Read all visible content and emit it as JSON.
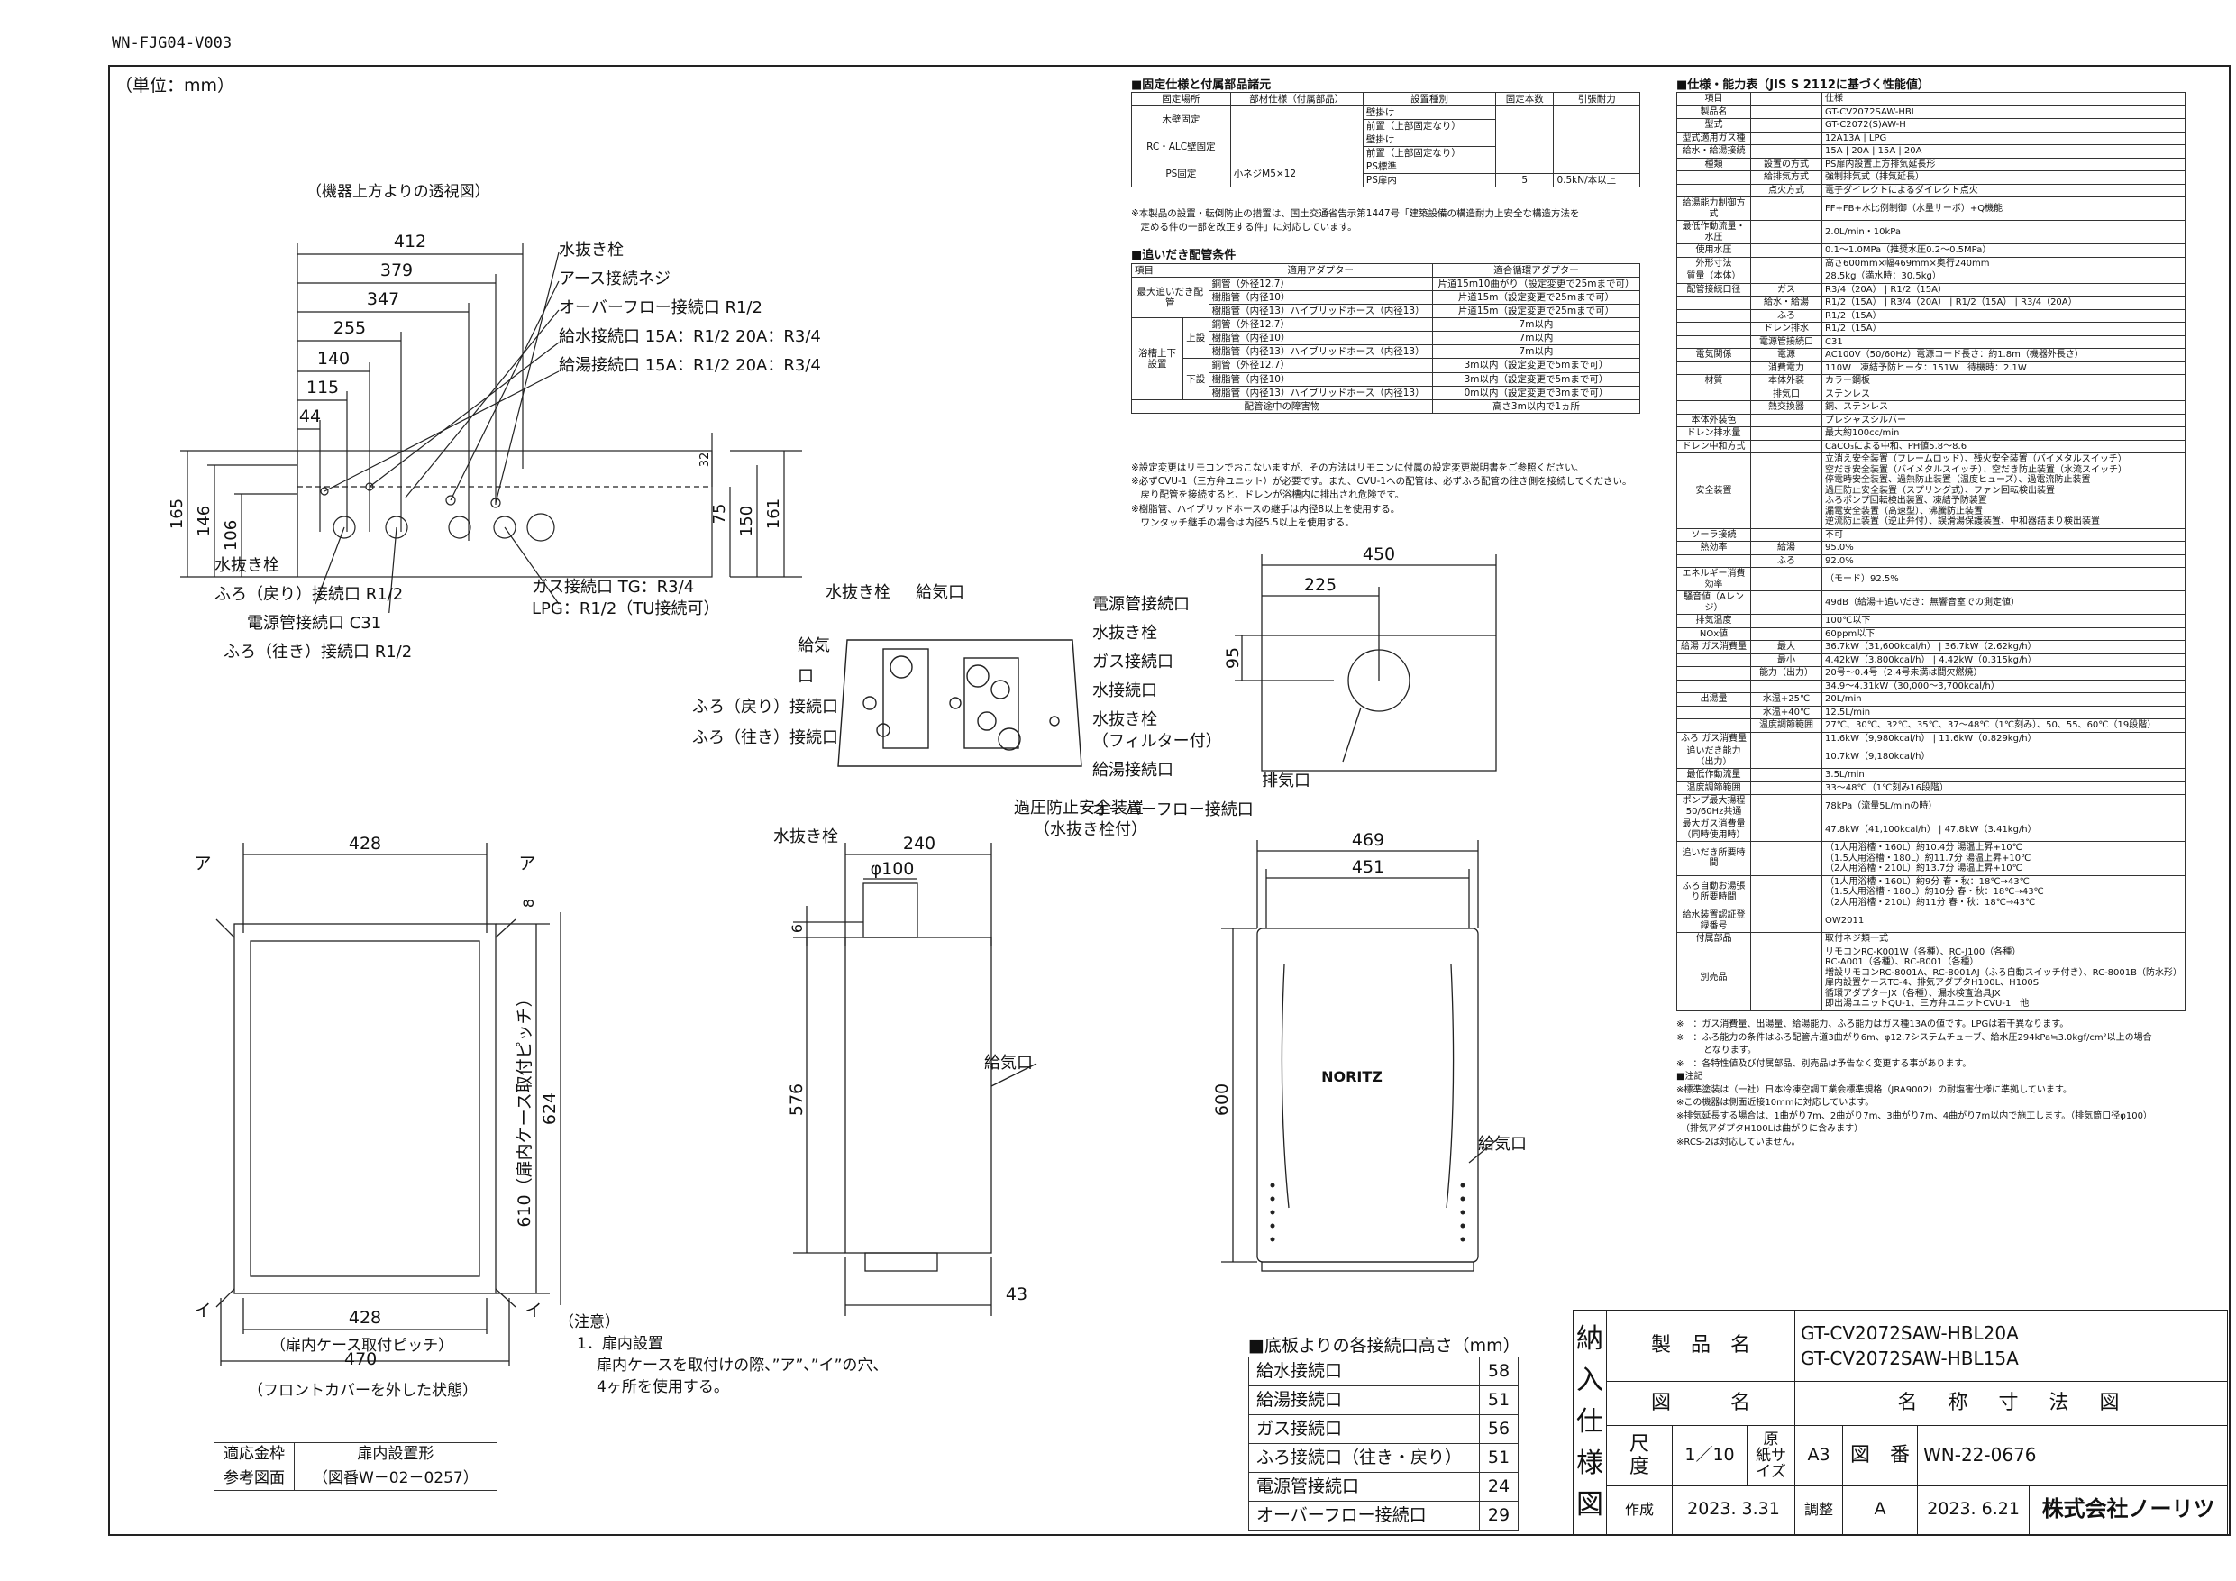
{
  "doc_id": "WN-FJG04-V003",
  "unit": "（単位：mm）",
  "top_view": {
    "caption": "（機器上方よりの透視図）",
    "dims": [
      "412",
      "379",
      "347",
      "255",
      "140",
      "115",
      "44"
    ],
    "vdims": [
      "165",
      "146",
      "106",
      "32",
      "75",
      "150",
      "161"
    ],
    "labels": [
      "水抜き栓",
      "アース接続ネジ",
      "オーバーフロー接続口 R1/2",
      "給水接続口 15A：R1/2 20A：R3/4",
      "給湯接続口 15A：R1/2 20A：R3/4"
    ],
    "labels_bottom": [
      "水抜き栓",
      "ふろ（戻り）接続口 R1/2",
      "電源管接続口 C31",
      "ふろ（往き）接続口 R1/2"
    ],
    "gas": [
      "ガス接続口 TG：R3/4",
      "LPG：R1/2（TU接続可）"
    ]
  },
  "bottom_view": {
    "left": [
      "給気口",
      "ふろ（戻り）接続口",
      "ふろ（往き）接続口",
      "水抜き栓",
      "水抜き栓"
    ],
    "right": [
      "電源管接続口",
      "水抜き栓",
      "ガス接続口",
      "水接続口",
      "水抜き栓",
      "（フィルター付）",
      "給湯接続口",
      "オーバーフロー接続口",
      "過圧防止安全装置",
      "（水抜き栓付）"
    ]
  },
  "top_right_view": {
    "w": "450",
    "d1": "225",
    "d2": "95",
    "exhaust": "排気口"
  },
  "front_case": {
    "w1": "428",
    "a": "ア",
    "i": "イ",
    "d8": "8",
    "h1": "610（扉内ケース取付ピッチ）",
    "h2": "624",
    "w2": "428",
    "w2cap": "（扉内ケース取付ピッチ）",
    "w3": "470",
    "w3cap": "（フロントカバーを外した状態）"
  },
  "side_view": {
    "w": "240",
    "phi": "φ100",
    "d6": "6",
    "h": "576",
    "air": "給気口",
    "d43": "43"
  },
  "front_view": {
    "w1": "469",
    "w2": "451",
    "h": "600",
    "air": "給気口",
    "brand": "NORITZ"
  },
  "install_note": [
    "（注意）",
    "1．扉内設置",
    "扉内ケースを取付けの際、”ア”、”イ”の穴、",
    "4ヶ所を使用する。"
  ],
  "ref_table": {
    "r1": [
      "適応金枠",
      "扉内設置形"
    ],
    "r2": [
      "参考図面",
      "（図番W－02－0257）"
    ]
  },
  "conn_height": {
    "title": "■底板よりの各接続口高さ（mm）",
    "rows": [
      [
        "給水接続口",
        "58"
      ],
      [
        "給湯接続口",
        "51"
      ],
      [
        "ガス接続口",
        "56"
      ],
      [
        "ふろ接続口（往き・戻り）",
        "51"
      ],
      [
        "電源管接続口",
        "24"
      ],
      [
        "オーバーフロー接続口",
        "29"
      ]
    ]
  },
  "fixing": {
    "title": "■固定仕様と付属部品諸元",
    "head": [
      "固定場所",
      "部材仕様（付属部品）",
      "設置種別",
      "固定本数",
      "引張耐力"
    ],
    "rows": [
      [
        "木壁固定",
        "",
        "壁掛け",
        ""
      ],
      [
        "",
        "",
        "前置（上部固定なり）",
        ""
      ],
      [
        "RC・ALC壁固定",
        "",
        "壁掛け",
        ""
      ],
      [
        "",
        "",
        "前置（上部固定なり）",
        ""
      ],
      [
        "PS固定",
        "小ネジM5×12",
        "PS標準",
        ""
      ],
      [
        "",
        "",
        "PS扉内",
        "5",
        "0.5kN/本以上"
      ]
    ],
    "note": "※本製品の設置・転倒防止の措置は、国土交通省告示第1447号「建築設備の構造耐力上安全な構造方法を\n　定める件の一部を改正する件」に対応しています。"
  },
  "pipe": {
    "title": "■追いだき配管条件",
    "head": [
      "項目",
      "適用アダプター",
      "適合循環アダプター"
    ],
    "g1": "最大追いだき配管",
    "g1rows": [
      [
        "銅管（外径12.7）",
        "片道15m10曲がり（設定変更で25mまで可）"
      ],
      [
        "樹脂管（内径10）",
        "片道15m（設定変更で25mまで可）"
      ],
      [
        "樹脂管（内径13）ハイブリッドホース（内径13）",
        "片道15m（設定変更で25mまで可）"
      ]
    ],
    "g2": "浴槽上下設置",
    "up": "上設",
    "g2up": [
      [
        "銅管（外径12.7）",
        "7m以内"
      ],
      [
        "樹脂管（内径10）",
        "7m以内"
      ],
      [
        "樹脂管（内径13）ハイブリッドホース（内径13）",
        "7m以内"
      ]
    ],
    "down": "下設",
    "g2down": [
      [
        "銅管（外径12.7）",
        "3m以内（設定変更で5mまで可）"
      ],
      [
        "樹脂管（内径10）",
        "3m以内（設定変更で5mまで可）"
      ],
      [
        "樹脂管（内径13）ハイブリッドホース（内径13）",
        "0m以内（設定変更で3mまで可）"
      ]
    ],
    "last": [
      "配管途中の障害物",
      "高さ3m以内で1ヵ所"
    ],
    "notes": "※設定変更はリモコンでおこないますが、その方法はリモコンに付属の設定変更説明書をご参照ください。\n※必ずCVU-1（三方弁ユニット）が必要です。また、CVU-1への配管は、必ずふろ配管の往き側を接続してください。\n　戻り配管を接続すると、ドレンが浴槽内に排出され危険です。\n※樹脂管、ハイブリッドホースの継手は内径8以上を使用する。\n　ワンタッチ継手の場合は内径5.5以上を使用する。"
  },
  "spec": {
    "title": "■仕様・能力表（JIS S 2112に基づく性能値）",
    "rows": [
      [
        "項目",
        "",
        "仕様"
      ],
      [
        "製品名",
        "",
        "GT-CV2072SAW-HBL"
      ],
      [
        "型式",
        "",
        "GT-C2072(S)AW-H"
      ],
      [
        "型式適用ガス種",
        "",
        "12A13A | LPG"
      ],
      [
        "給水・給湯接続",
        "",
        "15A | 20A | 15A | 20A"
      ],
      [
        "種類",
        "設置の方式",
        "PS扉内設置上方排気延長形"
      ],
      [
        "",
        "給排気方式",
        "強制排気式（排気延長）"
      ],
      [
        "",
        "点火方式",
        "電子ダイレクトによるダイレクト点火"
      ],
      [
        "給湯能力制御方式",
        "",
        "FF+FB+水比例制御（水量サーボ）+Q機能"
      ],
      [
        "最低作動流量・水圧",
        "",
        "2.0L/min・10kPa"
      ],
      [
        "使用水圧",
        "",
        "0.1～1.0MPa（推奨水圧0.2～0.5MPa）"
      ],
      [
        "外形寸法",
        "",
        "高さ600mm×幅469mm×奥行240mm"
      ],
      [
        "質量（本体）",
        "",
        "28.5kg（満水時：30.5kg）"
      ],
      [
        "配管接続口径",
        "ガス",
        "R3/4（20A） | R1/2（15A）"
      ],
      [
        "",
        "給水・給湯",
        "R1/2（15A） | R3/4（20A） | R1/2（15A） | R3/4（20A）"
      ],
      [
        "",
        "ふろ",
        "R1/2（15A）"
      ],
      [
        "",
        "ドレン排水",
        "R1/2（15A）"
      ],
      [
        "",
        "電源管接続口",
        "C31"
      ],
      [
        "電気関係",
        "電源",
        "AC100V（50/60Hz）電源コード長さ：約1.8m（機器外長さ）"
      ],
      [
        "",
        "消費電力",
        "110W　凍結予防ヒータ：151W　待機時：2.1W"
      ],
      [
        "材質",
        "本体外装",
        "カラー鋼板"
      ],
      [
        "",
        "排気口",
        "ステンレス"
      ],
      [
        "",
        "熱交換器",
        "銅、ステンレス"
      ],
      [
        "本体外装色",
        "",
        "プレシャスシルバー"
      ],
      [
        "ドレン排水量",
        "",
        "最大約100cc/min"
      ],
      [
        "ドレン中和方式",
        "",
        "CaCO₃による中和、PH値5.8～8.6"
      ],
      [
        "安全装置",
        "",
        "立消え安全装置（フレームロッド）、残火安全装置（バイメタルスイッチ）\n空だき安全装置（バイメタルスイッチ）、空だき防止装置（水流スイッチ）\n停電時安全装置、過熱防止装置（温度ヒューズ）、過電流防止装置\n過圧防止安全装置（スプリング式）、ファン回転検出装置\nふろポンプ回転検出装置、凍結予防装置\n漏電安全装置（高速型）、沸騰防止装置\n逆流防止装置（逆止弁付）、誤滑湯保護装置、中和器詰まり検出装置"
      ],
      [
        "ソーラ接続",
        "",
        "不可"
      ],
      [
        "熱効率",
        "給湯",
        "95.0%"
      ],
      [
        "",
        "ふろ",
        "92.0%"
      ],
      [
        "エネルギー消費効率",
        "",
        "（モード）92.5%"
      ],
      [
        "騒音値（Aレンジ）",
        "",
        "49dB（給湯＋追いだき：無響音室での測定値）"
      ],
      [
        "排気温度",
        "",
        "100℃以下"
      ],
      [
        "NOx値",
        "",
        "60ppm以下"
      ],
      [
        "給湯 ガス消費量",
        "最大",
        "36.7kW（31,600kcal/h） | 36.7kW（2.62kg/h）"
      ],
      [
        "",
        "最小",
        "4.42kW（3,800kcal/h） | 4.42kW（0.315kg/h）"
      ],
      [
        "",
        "能力（出力）",
        "20号～0.4号（2.4号未満は間欠燃焼）"
      ],
      [
        "",
        "",
        "34.9～4.31kW（30,000～3,700kcal/h）"
      ],
      [
        "出湯量",
        "水温+25℃",
        "20L/min"
      ],
      [
        "",
        "水温+40℃",
        "12.5L/min"
      ],
      [
        "",
        "温度調節範囲",
        "27℃、30℃、32℃、35℃、37～48℃（1℃刻み）、50、55、60℃（19段階）"
      ],
      [
        "ふろ ガス消費量",
        "",
        "11.6kW（9,980kcal/h） | 11.6kW（0.829kg/h）"
      ],
      [
        "追いだき能力（出力）",
        "",
        "10.7kW（9,180kcal/h）"
      ],
      [
        "最低作動流量",
        "",
        "3.5L/min"
      ],
      [
        "温度調節範囲",
        "",
        "33～48℃（1℃刻み16段階）"
      ],
      [
        "ポンプ最大揚程50/60Hz共通",
        "",
        "78kPa（流量5L/minの時）"
      ],
      [
        "最大ガス消費量（同時使用時）",
        "",
        "47.8kW（41,100kcal/h） | 47.8kW（3.41kg/h）"
      ],
      [
        "追いだき所要時間",
        "",
        "（1人用浴槽・160L）約10.4分 湯温上昇+10℃\n（1.5人用浴槽・180L）約11.7分 湯温上昇+10℃\n（2人用浴槽・210L）約13.7分 湯温上昇+10℃"
      ],
      [
        "ふろ自動お湯張り所要時間",
        "",
        "（1人用浴槽・160L）約9分 春・秋：18℃→43℃\n（1.5人用浴槽・180L）約10分 春・秋：18℃→43℃\n（2人用浴槽・210L）約11分 春・秋：18℃→43℃"
      ],
      [
        "給水装置認証登録番号",
        "",
        "OW2011"
      ],
      [
        "付属部品",
        "",
        "取付ネジ類一式"
      ],
      [
        "別売品",
        "",
        "リモコンRC-K001W（各種）、RC-J100（各種）\nRC-A001（各種）、RC-B001（各種）\n増設リモコンRC-8001A、RC-8001AJ（ふろ自動スイッチ付き）、RC-8001B（防水形）\n扉内設置ケースTC-4、排気アダプタH100L、H100S\n循環アダプターJX（各種）、漏水検査治具JX\n即出湯ユニットQU-1、三方弁ユニットCVU-1　他"
      ]
    ],
    "notes": "※　：ガス消費量、出湯量、給湯能力、ふろ能力はガス種13Aの値です。LPGは若干異なります。\n※　：ふろ能力の条件はふろ配管片道3曲がり6m、φ12.7システムチューブ、給水圧294kPa≒3.0kgf/cm²以上の場合\n　　　となります。\n※　：各特性値及び付属部品、別売品は予告なく変更する事があります。\n■注記\n※標準塗装は（一社）日本冷凍空調工業会標準規格（JRA9002）の耐塩害仕様に準拠しています。\n※この機器は側面近接10mmに対応しています。\n※排気延長する場合は、1曲がり7m、2曲がり7m、3曲がり7m、4曲がり7m以内で施工します。（排気筒口径φ100）\n　（排気アダプタH100Lは曲がりに含みます）\n※RCS-2は対応していません。"
  },
  "title_block": {
    "side": [
      "納",
      "入",
      "仕",
      "様",
      "図"
    ],
    "product_label": "製　品　名",
    "product": [
      "GT-CV2072SAW-HBL20A",
      "GT-CV2072SAW-HBL15A"
    ],
    "drawing_label": "図　　　名",
    "drawing": "名　称　寸　法　図",
    "scale_label": "尺　度",
    "scale": "1／10",
    "size_label": "原　紙サイズ",
    "size": "A3",
    "no_label": "図　番",
    "no": "WN-22-0676",
    "made_label": "作成",
    "made": "2023. 3.31",
    "adj_label": "調整",
    "rev": "A",
    "adj": "2023. 6.21",
    "company": "株式会社ノーリツ"
  }
}
